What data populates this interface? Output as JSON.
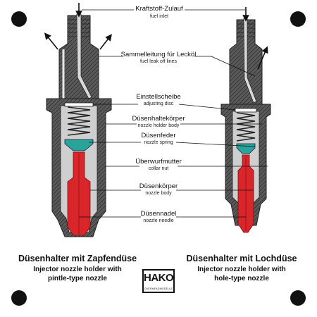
{
  "labels": [
    {
      "de": "Kraftstoff-Zulauf",
      "en": "fuel inlet"
    },
    {
      "de": "Sammelleitung für Lecköl",
      "en": "fuel leak off lines"
    },
    {
      "de": "Einstellscheibe",
      "en": "adjusting disc"
    },
    {
      "de": "Düsenhaltekörper",
      "en": "nozzle holder body"
    },
    {
      "de": "Düsenfeder",
      "en": "nozzle spring"
    },
    {
      "de": "Überwurfmutter",
      "en": "collar nut"
    },
    {
      "de": "Düsenkörper",
      "en": "nozzle body"
    },
    {
      "de": "Düsennadel",
      "en": "nozzle needle"
    }
  ],
  "captions": {
    "left": {
      "de": "Düsenhalter mit Zapfendüse",
      "en1": "Injector nozzle holder with",
      "en2": "pintle-type nozzle"
    },
    "right": {
      "de": "Düsenhalter mit Lochdüse",
      "en1": "Injector nozzle holder with",
      "en2": "hole-type nozzle"
    }
  },
  "logo": {
    "main": "HAKO",
    "sub": "OVERHEADMODELLE"
  },
  "colors": {
    "body": "#4a4a4a",
    "cut": "#b8b8b8",
    "needle": "#d8262b",
    "spring_seat": "#2aa39a",
    "ink": "#111111"
  }
}
